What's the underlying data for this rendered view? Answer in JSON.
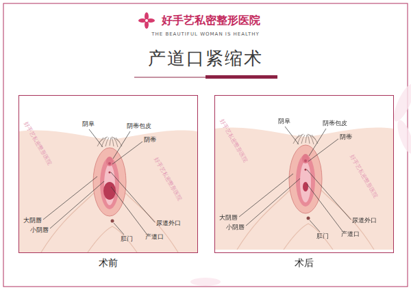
{
  "diagram": {
    "title": "产道口紧缩术",
    "nodes": [
      {
        "text": [
          "术前"
        ]
      },
      {
        "text": [
          "术后"
        ]
      }
    ],
    "labels": [
      "好手艺私密整形医院",
      "THE BEAUTIFUL WOMAN IS HEALTHY",
      "阴阜",
      "阴蒂包皮",
      "阴蒂",
      "大阴唇",
      "小阴唇",
      "尿道外口",
      "产道口",
      "肛门",
      "阴阜",
      "阴蒂包皮",
      "阴蒂",
      "大阴唇",
      "小阴唇",
      "尿道外口",
      "产道口",
      "肛门",
      "好手艺私密整形医院",
      "好手艺私密整形医院",
      "好手艺私密整形医院",
      "好手艺私密整形医院"
    ]
  }
}
